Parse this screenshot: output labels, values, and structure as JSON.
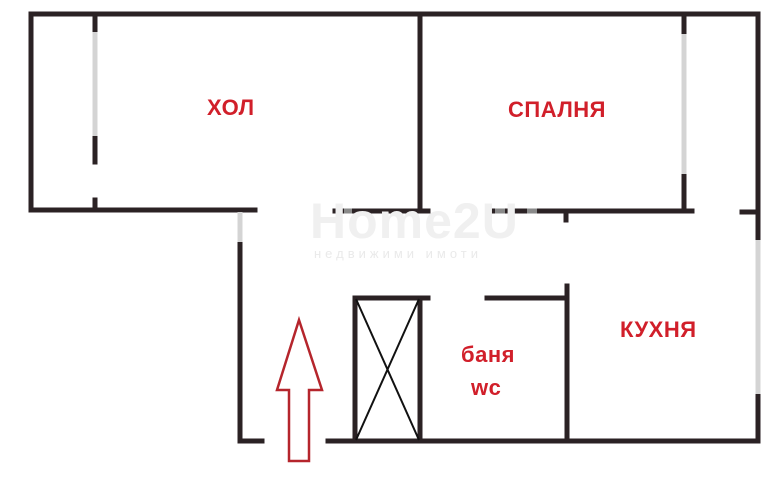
{
  "floorplan": {
    "rooms": [
      {
        "id": "hall",
        "label": "ХОЛ"
      },
      {
        "id": "bedroom",
        "label": "СПАЛНЯ"
      },
      {
        "id": "kitchen",
        "label": "КУХНЯ"
      },
      {
        "id": "bathroom",
        "label_line1": "баня",
        "label_line2": "wc"
      }
    ],
    "entrance_arrow": {
      "direction": "up",
      "color": "#b5252c"
    },
    "watermark": {
      "brand": "Home2U",
      "subtitle": "недвижими имоти"
    },
    "colors": {
      "wall": "#2b2224",
      "window": "#d4d4d4",
      "label": "#d11f2a",
      "background": "#ffffff"
    }
  }
}
